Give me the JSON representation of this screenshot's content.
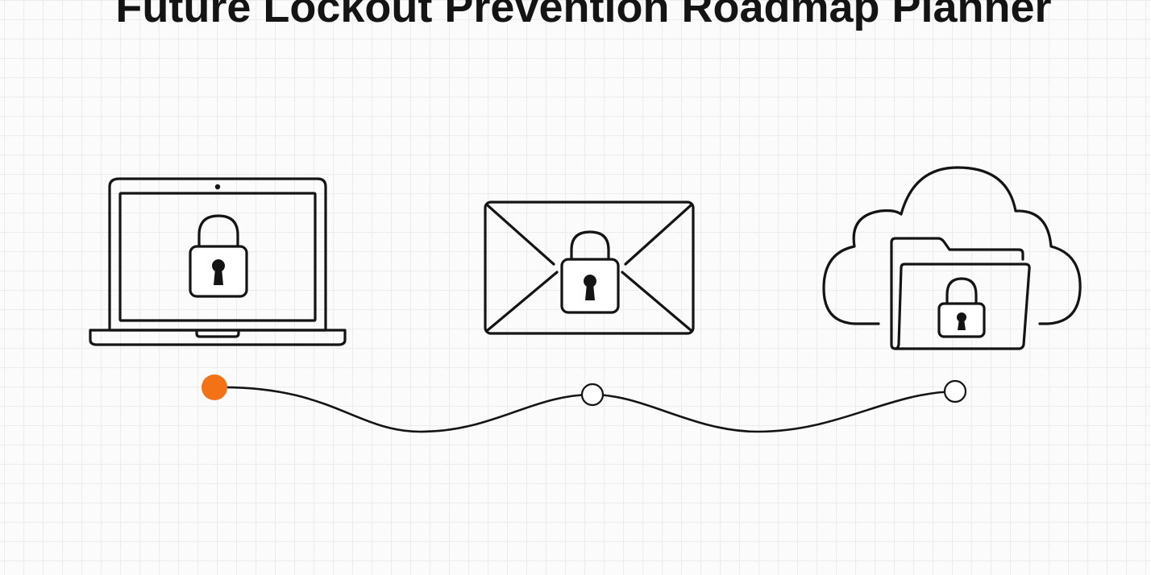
{
  "title": "Future Lockout Prevention Roadmap Planner",
  "colors": {
    "background": "#fbfbfb",
    "grid": "#ececec",
    "ink": "#141414",
    "accent": "#f47216",
    "node_empty": "#ffffff"
  },
  "icons": [
    {
      "name": "laptop-lock-icon",
      "depicts": "laptop with padlock"
    },
    {
      "name": "envelope-lock-icon",
      "depicts": "envelope with padlock"
    },
    {
      "name": "cloud-folder-lock-icon",
      "depicts": "cloud with locked folder"
    }
  ],
  "timeline": {
    "nodes": [
      {
        "name": "milestone-1",
        "state": "active",
        "color": "#f47216"
      },
      {
        "name": "milestone-2",
        "state": "inactive",
        "color": "#ffffff"
      },
      {
        "name": "milestone-3",
        "state": "inactive",
        "color": "#ffffff"
      }
    ]
  }
}
